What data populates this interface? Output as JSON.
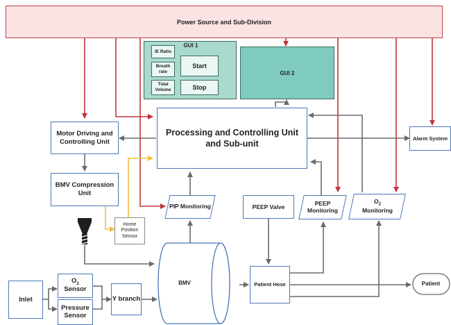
{
  "colors": {
    "power_bar": "#fbe3e3",
    "power_border": "#c04040",
    "red_line": "#c0353a",
    "gray_line": "#6a6a6a",
    "yellow_line": "#f0c040",
    "gui_fill": "#a9d9cf",
    "gui2_fill": "#7fcbbf",
    "gui_border": "#3d6b5d",
    "blue_border": "#4a78b8"
  },
  "power": {
    "label": "Power Source and Sub-Division"
  },
  "gui1": {
    "title": "GUI 1",
    "ie_ratio": "IE Ratio",
    "breath_rate": "Breath rate",
    "tidal_volume": "Tidal Volume",
    "start": "Start",
    "stop": "Stop"
  },
  "gui2": {
    "label": "GUI 2"
  },
  "pcu": {
    "label": "Processing and Controlling Unit and Sub-unit"
  },
  "motor": {
    "label": "Motor Driving and Controlling Unit"
  },
  "bmv_comp": {
    "label": "BMV Compression Unit"
  },
  "alarm": {
    "label": "Alarm System"
  },
  "pip": {
    "label": "PIP Monitoring"
  },
  "peep_valve": {
    "label": "PEEP Valve"
  },
  "peep_mon": {
    "label": "PEEP Monitoring"
  },
  "o2_mon": {
    "label_main": "O",
    "label_sub": "2",
    "label_rest": "Monitoring"
  },
  "home_sensor": {
    "label": "Home Position Sensor"
  },
  "bmv": {
    "label": "BMV"
  },
  "patient_hose": {
    "label": "Patient Hose"
  },
  "patient": {
    "label": "Patient"
  },
  "inlet": {
    "label": "Inlet"
  },
  "o2_sensor": {
    "label_main": "O",
    "label_sub": "2",
    "label_rest": "Sensor"
  },
  "pressure_sensor": {
    "label": "Pressure Sensor"
  },
  "y_branch": {
    "label": "Y branch"
  }
}
